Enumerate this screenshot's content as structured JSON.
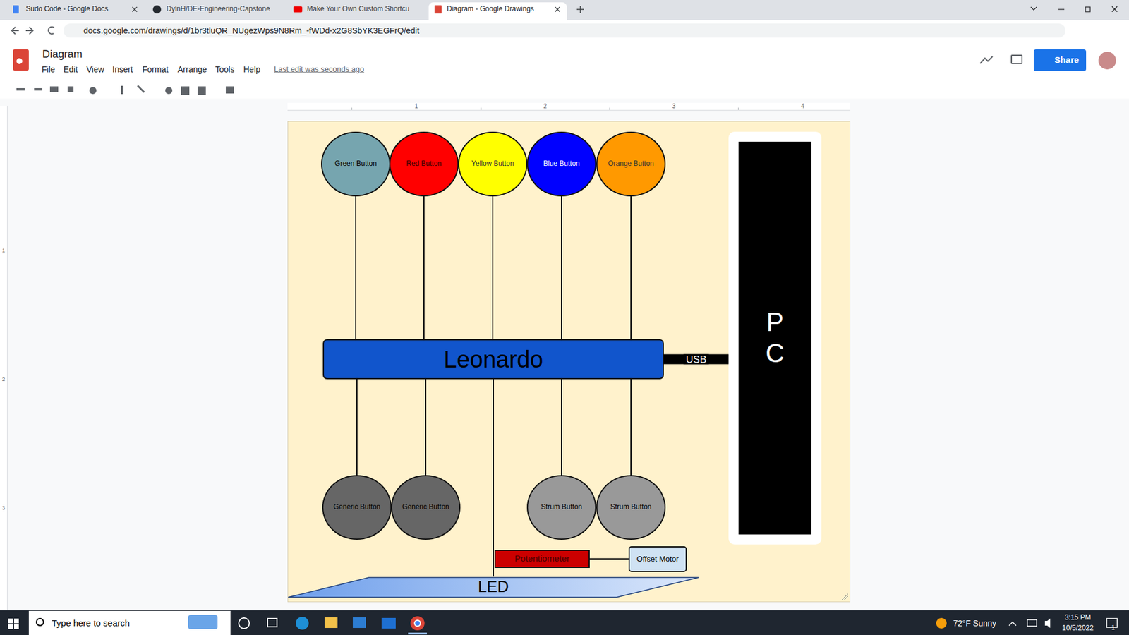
{
  "diagram": {
    "nodes": [
      {
        "text": [
          "Green Button"
        ]
      },
      {
        "text": [
          "Red Button"
        ]
      },
      {
        "text": [
          "Yellow Button"
        ]
      },
      {
        "text": [
          "Blue Button"
        ]
      },
      {
        "text": [
          "Orange Button"
        ]
      },
      {
        "text": [
          "Leonardo"
        ]
      },
      {
        "text": [
          "P C"
        ]
      },
      {
        "text": [
          "Generic Button"
        ]
      },
      {
        "text": [
          "Generic Button"
        ]
      },
      {
        "text": [
          "Strum Button"
        ]
      },
      {
        "text": [
          "Strum Button"
        ]
      },
      {
        "text": [
          "Potentiometer"
        ]
      },
      {
        "text": [
          "Offset Motor"
        ]
      },
      {
        "text": [
          "LED"
        ]
      }
    ],
    "edges": [
      {
        "from": 0,
        "to": 5,
        "arrow": "none"
      },
      {
        "from": 1,
        "to": 5,
        "arrow": "none"
      },
      {
        "from": 2,
        "to": 5,
        "arrow": "none"
      },
      {
        "from": 3,
        "to": 5,
        "arrow": "none"
      },
      {
        "from": 4,
        "to": 5,
        "arrow": "none"
      },
      {
        "from": 5,
        "to": 6,
        "label": "USB",
        "arrow": "none"
      },
      {
        "from": 5,
        "to": 7,
        "arrow": "none"
      },
      {
        "from": 5,
        "to": 8,
        "arrow": "none"
      },
      {
        "from": 5,
        "to": 9,
        "arrow": "none"
      },
      {
        "from": 5,
        "to": 10,
        "arrow": "none"
      },
      {
        "from": 5,
        "to": 13,
        "arrow": "none"
      },
      {
        "from": 11,
        "to": 12,
        "arrow": "none"
      }
    ],
    "labels": [
      "Sudo Code - Google Docs",
      "DylnH/DE-Engineering-Capstone",
      "Make Your Own Custom Shortcu",
      "Diagram - Google Drawings",
      "docs.google.com/drawings/d/1br3tluQR_NUgezWps9N8Rm_-fWDd-x2G8SbYK3EGFrQ/edit",
      "Diagram",
      "File",
      "Edit",
      "View",
      "Insert",
      "Format",
      "Arrange",
      "Tools",
      "Help",
      "Last edit was seconds ago",
      "Share",
      "1",
      "2",
      "3",
      "4",
      "1",
      "2",
      "3",
      "Type here to search",
      "72°F Sunny",
      "3:15 PM",
      "10/5/2022",
      "1"
    ]
  }
}
